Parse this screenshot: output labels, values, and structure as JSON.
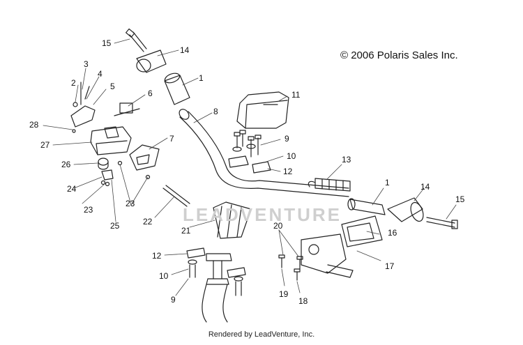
{
  "copyright": "© 2006 Polaris Sales Inc.",
  "rendered_by": "Rendered by LeadVenture, Inc.",
  "watermark": "LEADVENTURE",
  "callouts": [
    "15",
    "14",
    "1",
    "3",
    "2",
    "4",
    "5",
    "6",
    "8",
    "11",
    "28",
    "27",
    "9",
    "7",
    "10",
    "26",
    "12",
    "13",
    "1",
    "14",
    "15",
    "24",
    "23",
    "23",
    "25",
    "22",
    "21",
    "20",
    "16",
    "17",
    "12",
    "10",
    "9",
    "19",
    "18"
  ]
}
